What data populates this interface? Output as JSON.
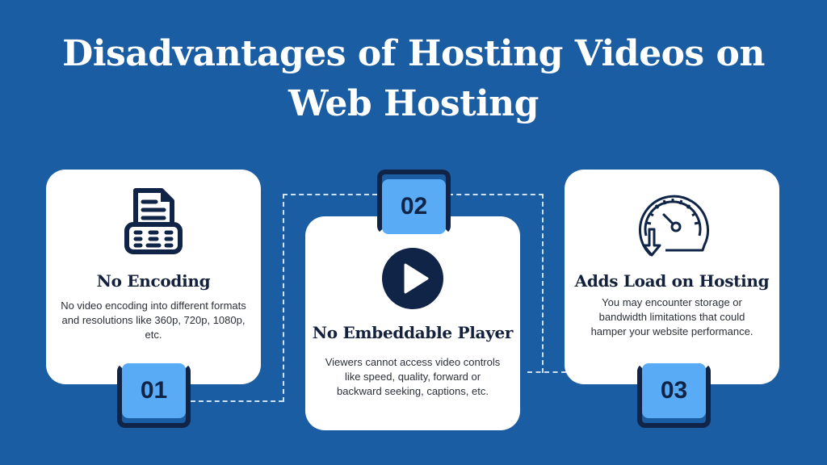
{
  "title": {
    "line1": "Disadvantages of Hosting Videos on",
    "line2": "Web Hosting"
  },
  "colors": {
    "background": "#1a5da2",
    "card": "#ffffff",
    "badge_fill": "#5aabf5",
    "badge_frame": "#0f2446",
    "heading": "#14213d",
    "connector": "#cfe2f5"
  },
  "cards": [
    {
      "number": "01",
      "icon": "document-printer-icon",
      "heading": "No Encoding",
      "description": "No video encoding into different formats and resolutions like 360p, 720p, 1080p, etc."
    },
    {
      "number": "02",
      "icon": "play-circle-icon",
      "heading": "No Embeddable Player",
      "description": "Viewers cannot access video controls like speed, quality, forward or backward seeking, captions, etc."
    },
    {
      "number": "03",
      "icon": "speedometer-down-icon",
      "heading": "Adds Load on Hosting",
      "description": "You may encounter storage or bandwidth limitations that could hamper your website performance."
    }
  ]
}
